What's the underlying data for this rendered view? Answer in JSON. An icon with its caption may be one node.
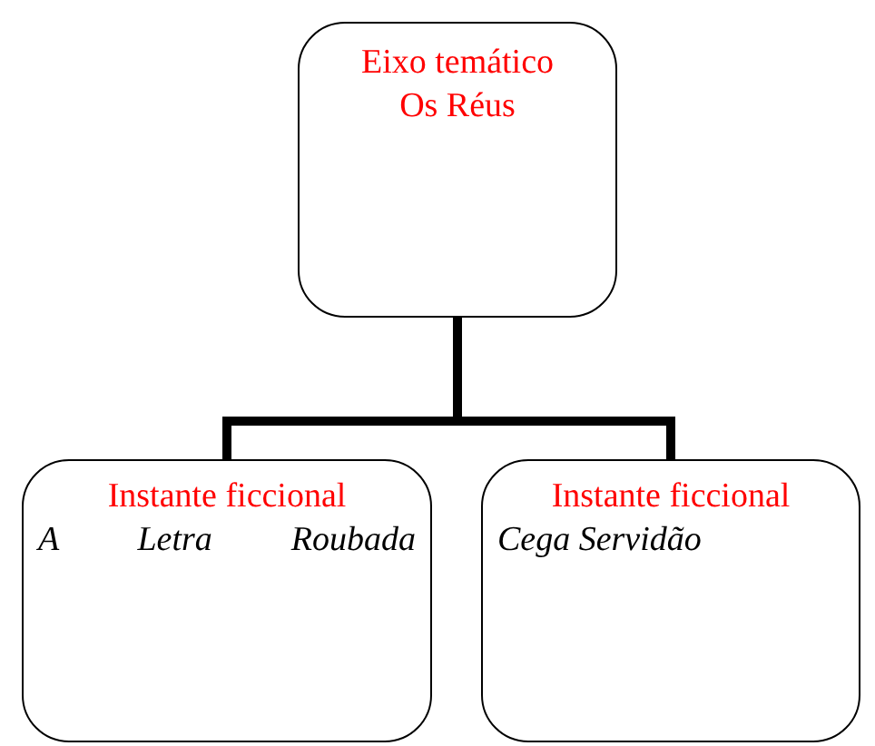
{
  "diagram": {
    "nodes": [
      {
        "text": [
          "Eixo temático",
          "Os Réus"
        ]
      },
      {
        "text": [
          "Instante ficcional",
          "A Letra Roubada"
        ]
      },
      {
        "text": [
          "Instante ficcional",
          "Cega Servidão"
        ]
      }
    ],
    "edges": [
      {
        "from": 0,
        "to": 1,
        "arrow": "none"
      },
      {
        "from": 0,
        "to": 2,
        "arrow": "none"
      }
    ]
  }
}
